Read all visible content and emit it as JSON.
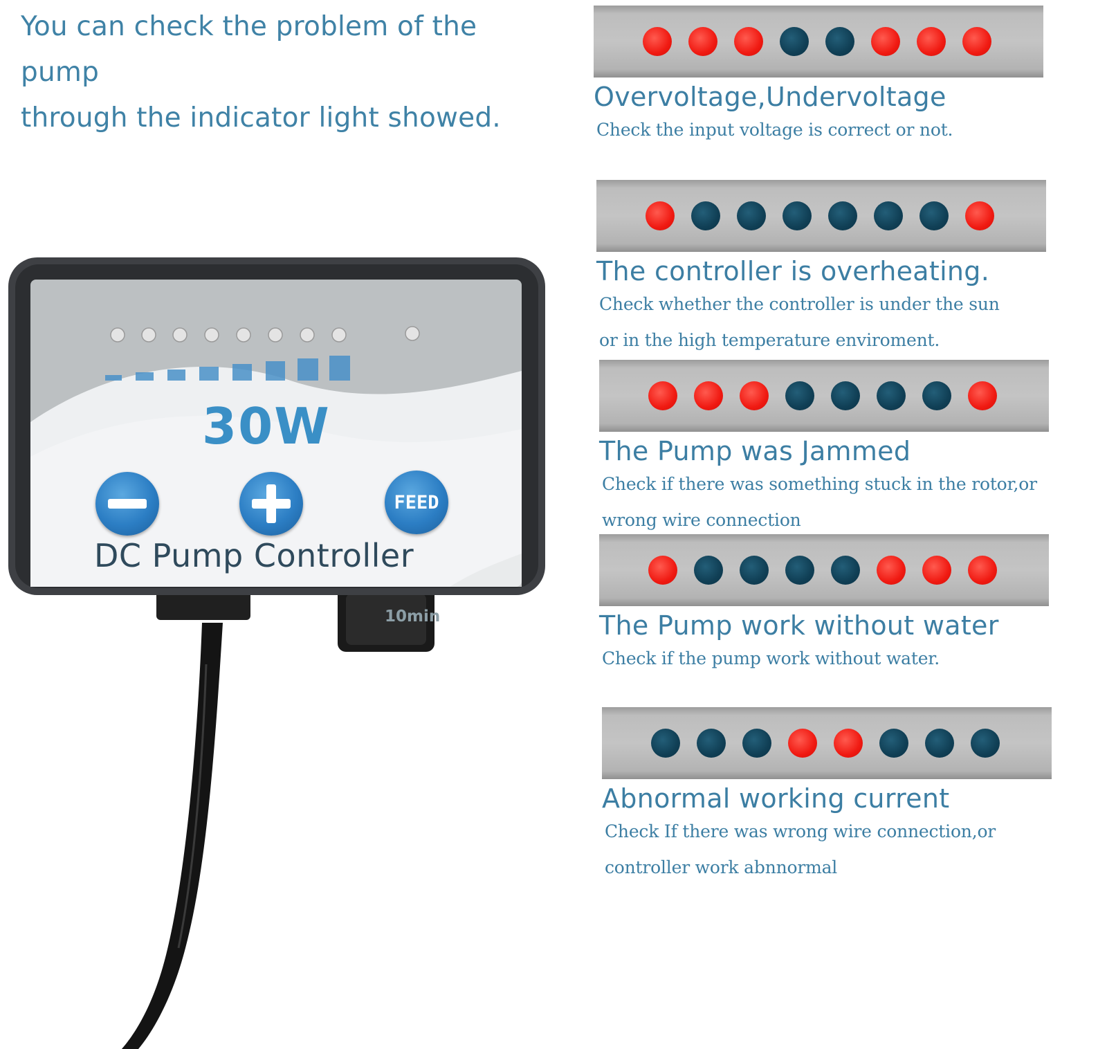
{
  "intro": {
    "line1": "You can check the problem of the pump",
    "line2": "through the indicator light showed."
  },
  "device": {
    "wattage": "30W",
    "timer_label": "10min",
    "minus_symbol": "−",
    "plus_symbol": "+",
    "feed_label": "FEED",
    "title": "DC Pump Controller",
    "level_indicator_count": 8
  },
  "colors": {
    "red_led": "#f01a12",
    "blue_led": "#103f55",
    "text_accent": "#3c7ea3"
  },
  "indicators": [
    {
      "title": "Overvoltage,Undervoltage",
      "desc": [
        "Check the input voltage is correct or not."
      ],
      "pattern": [
        "red",
        "red",
        "red",
        "blue",
        "blue",
        "red",
        "red",
        "red"
      ]
    },
    {
      "title": "The controller is overheating.",
      "desc": [
        "Check whether the controller is  under the sun",
        "or in the high temperature enviroment."
      ],
      "pattern": [
        "red",
        "blue",
        "blue",
        "blue",
        "blue",
        "blue",
        "blue",
        "red"
      ]
    },
    {
      "title": "The Pump was Jammed",
      "desc": [
        "Check if there was something stuck in the rotor,or",
        "wrong wire connection"
      ],
      "pattern": [
        "red",
        "red",
        "red",
        "blue",
        "blue",
        "blue",
        "blue",
        "red"
      ]
    },
    {
      "title": "The Pump work without water",
      "desc": [
        "Check if the pump work without water."
      ],
      "pattern": [
        "red",
        "blue",
        "blue",
        "blue",
        "blue",
        "red",
        "red",
        "red"
      ]
    },
    {
      "title": "Abnormal working current",
      "desc": [
        "Check If there was wrong wire connection,or",
        "controller work abnnormal"
      ],
      "pattern": [
        "blue",
        "blue",
        "blue",
        "red",
        "red",
        "blue",
        "blue",
        "blue"
      ]
    }
  ]
}
